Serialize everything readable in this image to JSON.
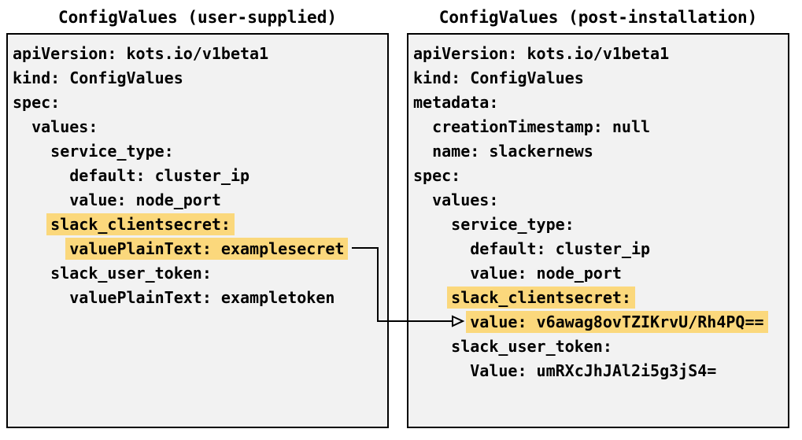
{
  "diagram": {
    "left_panel": {
      "title": "ConfigValues (user-supplied)",
      "lines": [
        {
          "indent": "",
          "text": "apiVersion: kots.io/v1beta1",
          "highlight": false
        },
        {
          "indent": "",
          "text": "kind: ConfigValues",
          "highlight": false
        },
        {
          "indent": "",
          "text": "spec:",
          "highlight": false
        },
        {
          "indent": "  ",
          "text": "values:",
          "highlight": false
        },
        {
          "indent": "    ",
          "text": "service_type:",
          "highlight": false
        },
        {
          "indent": "      ",
          "text": "default: cluster_ip",
          "highlight": false
        },
        {
          "indent": "      ",
          "text": "value: node_port",
          "highlight": false
        },
        {
          "indent": "    ",
          "text": "slack_clientsecret:",
          "highlight": true
        },
        {
          "indent": "      ",
          "text": "valuePlainText: examplesecret",
          "highlight": true
        },
        {
          "indent": "    ",
          "text": "slack_user_token:",
          "highlight": false
        },
        {
          "indent": "      ",
          "text": "valuePlainText: exampletoken",
          "highlight": false
        }
      ]
    },
    "right_panel": {
      "title": "ConfigValues (post-installation)",
      "lines": [
        {
          "indent": "",
          "text": "apiVersion: kots.io/v1beta1",
          "highlight": false
        },
        {
          "indent": "",
          "text": "kind: ConfigValues",
          "highlight": false
        },
        {
          "indent": "",
          "text": "metadata:",
          "highlight": false
        },
        {
          "indent": "  ",
          "text": "creationTimestamp: null",
          "highlight": false
        },
        {
          "indent": "  ",
          "text": "name: slackernews",
          "highlight": false
        },
        {
          "indent": "",
          "text": "spec:",
          "highlight": false
        },
        {
          "indent": "  ",
          "text": "values:",
          "highlight": false
        },
        {
          "indent": "    ",
          "text": "service_type:",
          "highlight": false
        },
        {
          "indent": "      ",
          "text": "default: cluster_ip",
          "highlight": false
        },
        {
          "indent": "      ",
          "text": "value: node_port",
          "highlight": false
        },
        {
          "indent": "    ",
          "text": "slack_clientsecret:",
          "highlight": true
        },
        {
          "indent": "      ",
          "text": "value: v6awag8ovTZIKrvU/Rh4PQ==",
          "highlight": true
        },
        {
          "indent": "    ",
          "text": "slack_user_token:",
          "highlight": false
        },
        {
          "indent": "      ",
          "text": "Value: umRXcJhJAl2i5g3jS4=",
          "highlight": false
        }
      ]
    },
    "arrow": {
      "from_text": "valuePlainText: examplesecret",
      "to_text": "value: v6awag8ovTZIKrvU/Rh4PQ==",
      "color": "#000000"
    },
    "colors": {
      "highlight": "#fbd87c",
      "panel_background": "#f2f2f2",
      "panel_border": "#000000",
      "text": "#000000"
    }
  }
}
